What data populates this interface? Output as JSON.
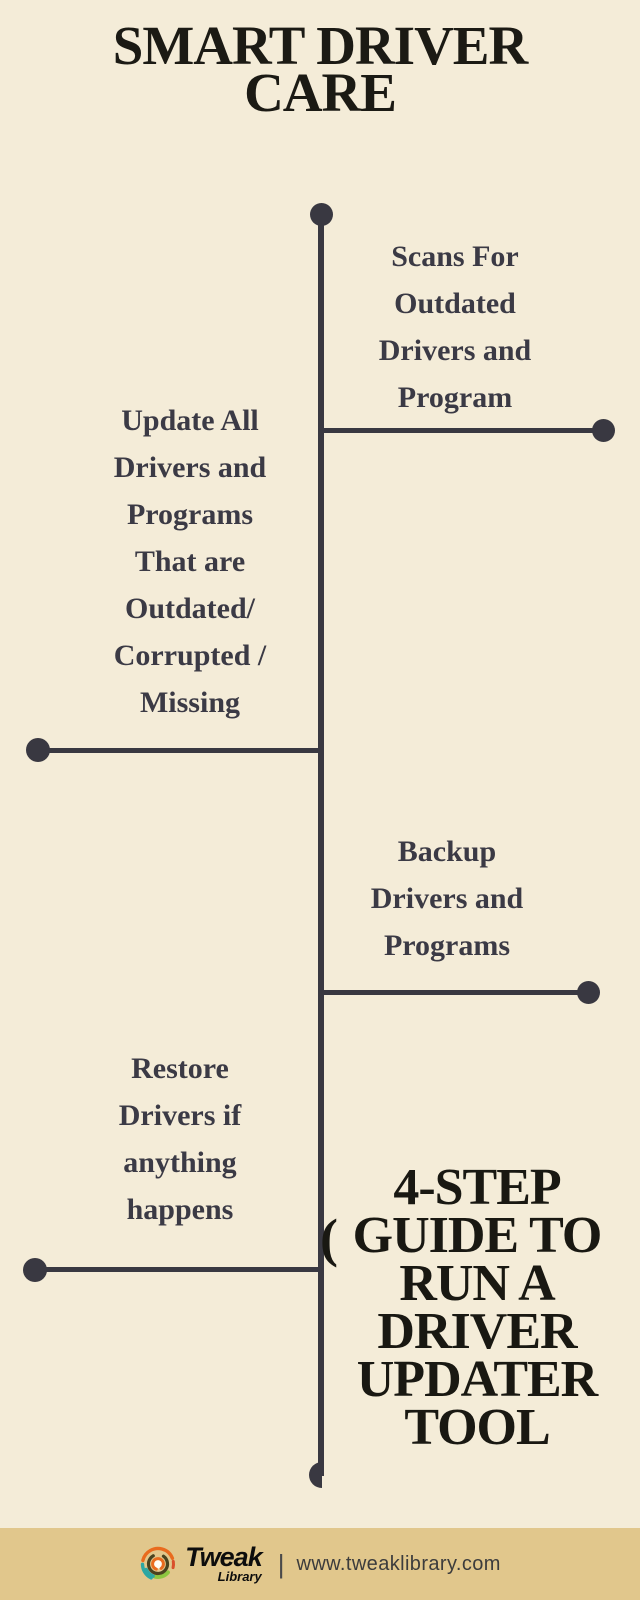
{
  "title_lines": [
    "SMART DRIVER",
    "CARE"
  ],
  "steps": [
    {
      "id": "scan",
      "side": "right",
      "lines": [
        "Scans For",
        "Outdated",
        "Drivers and",
        "Program"
      ]
    },
    {
      "id": "update",
      "side": "left",
      "lines": [
        "Update All",
        "Drivers and",
        "Programs",
        "That are",
        "Outdated/",
        "Corrupted /",
        "Missing"
      ]
    },
    {
      "id": "backup",
      "side": "right",
      "lines": [
        "Backup",
        "Drivers and",
        "Programs"
      ]
    },
    {
      "id": "restore",
      "side": "left",
      "lines": [
        "Restore",
        "Drivers if",
        "anything",
        "happens"
      ]
    }
  ],
  "bottom_title_lines": [
    "4-STEP",
    "GUIDE TO",
    "RUN A",
    "DRIVER",
    "UPDATER",
    "TOOL"
  ],
  "decor": {
    "paren": "("
  },
  "footer": {
    "brand": "Tweak",
    "brand_sub": "Library",
    "separator": "|",
    "url": "www.tweaklibrary.com"
  },
  "colors": {
    "background": "#f4ecd8",
    "headline_ink": "#1b1a14",
    "step_ink": "#3b3a45",
    "timeline": "#393841",
    "footer_background": "#e1c78c",
    "footer_text": "#3c3c3c",
    "logo_orange": "#e96b1e",
    "logo_teal": "#2ca7a3",
    "logo_lime": "#8dc63f",
    "logo_olive": "#4a431f"
  }
}
